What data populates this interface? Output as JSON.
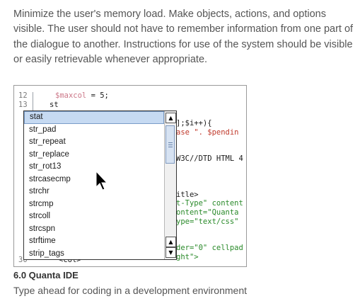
{
  "paragraph": {
    "lines": [
      "Minimize the user's memory load. Make objects, actions, and options",
      "visible. The user should not have to remember information from one part of",
      "the dialogue to another. Instructions for use of the system should be visible",
      "or easily retrievable whenever appropriate."
    ]
  },
  "screenshot": {
    "line_numbers": [
      "12",
      "13"
    ],
    "code_line_12_var": "$maxcol",
    "code_line_12_rest": " = 5;",
    "code_line_13": "st",
    "code_right": [
      {
        "text": "];$i++){",
        "color": "dark"
      },
      {
        "text": "ase \". $pendin",
        "color": "red"
      },
      {
        "text": "",
        "color": "dark"
      },
      {
        "text": "",
        "color": "dark"
      },
      {
        "text": "W3C//DTD HTML 4",
        "color": "dark"
      },
      {
        "text": "",
        "color": "dark"
      },
      {
        "text": "",
        "color": "dark"
      },
      {
        "text": "",
        "color": "dark"
      },
      {
        "text": "itle>",
        "color": "dark"
      },
      {
        "text": "t-Type\" content",
        "color": "grn"
      },
      {
        "text": "ontent=\"Quanta",
        "color": "grn"
      },
      {
        "text": "ype=\"text/css\"",
        "color": "grn"
      },
      {
        "text": "",
        "color": "dark"
      },
      {
        "text": "",
        "color": "dark"
      },
      {
        "text": "der=\"0\" cellpad",
        "color": "grn"
      },
      {
        "text": "ght\">",
        "color": "grn"
      }
    ],
    "code_bottom": "<col>",
    "bottom_line_number": "30",
    "autocomplete_items": [
      "stat",
      "str_pad",
      "str_repeat",
      "str_replace",
      "str_rot13",
      "strcasecmp",
      "strchr",
      "strcmp",
      "strcoll",
      "strcspn",
      "strftime",
      "strip_tags"
    ],
    "selected_index": 0,
    "scroll_up_glyph": "▲",
    "scroll_down_glyph": "▼",
    "scroll_up2_glyph": "▲",
    "colors": {
      "selection": "#c6daf2",
      "variable": "#cc7788",
      "number": "#1f3a9e",
      "string": "#2a8a2a",
      "keyword": "#c0392b"
    }
  },
  "caption": {
    "title": "6.0 Quanta IDE",
    "text": "Type ahead for coding in a development environment"
  }
}
